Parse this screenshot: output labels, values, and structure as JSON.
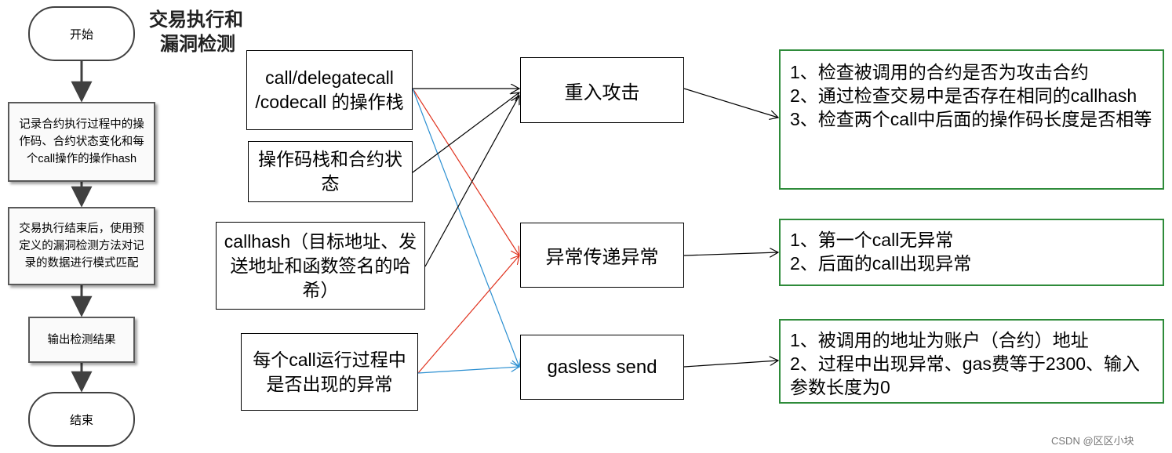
{
  "title": {
    "line1": "交易执行和",
    "line2": "漏洞检测"
  },
  "flow": {
    "start": "开始",
    "step1": "记录合约执行过程中的操作码、合约状态变化和每个call操作的操作hash",
    "step2": "交易执行结束后，使用预定义的漏洞检测方法对记录的数据进行模式匹配",
    "step3": "输出检测结果",
    "end": "结束"
  },
  "inputs": {
    "call_stack": "call/delegatecall /codecall 的操作栈",
    "opcode_state": "操作码栈和合约状态",
    "callhash": "callhash（目标地址、发送地址和函数签名的哈希）",
    "exception": "每个call运行过程中是否出现的异常"
  },
  "detections": {
    "reentrancy": "重入攻击",
    "exception_propagation": "异常传递异常",
    "gasless_send": "gasless send"
  },
  "rules": {
    "reentrancy": [
      "1、检查被调用的合约是否为攻击合约",
      "2、通过检查交易中是否存在相同的callhash",
      "3、检查两个call中后面的操作码长度是否相等"
    ],
    "exception_propagation": [
      "1、第一个call无异常",
      "2、后面的call出现异常"
    ],
    "gasless_send": [
      "1、被调用的地址为账户（合约）地址",
      "2、过程中出现异常、gas费等于2300、输入参数长度为0"
    ]
  },
  "colors": {
    "black_edge": "#000000",
    "red_edge": "#e0321e",
    "blue_edge": "#2b8fd1",
    "rule_border": "#2e8b3a"
  },
  "watermark": "CSDN @区区小块"
}
